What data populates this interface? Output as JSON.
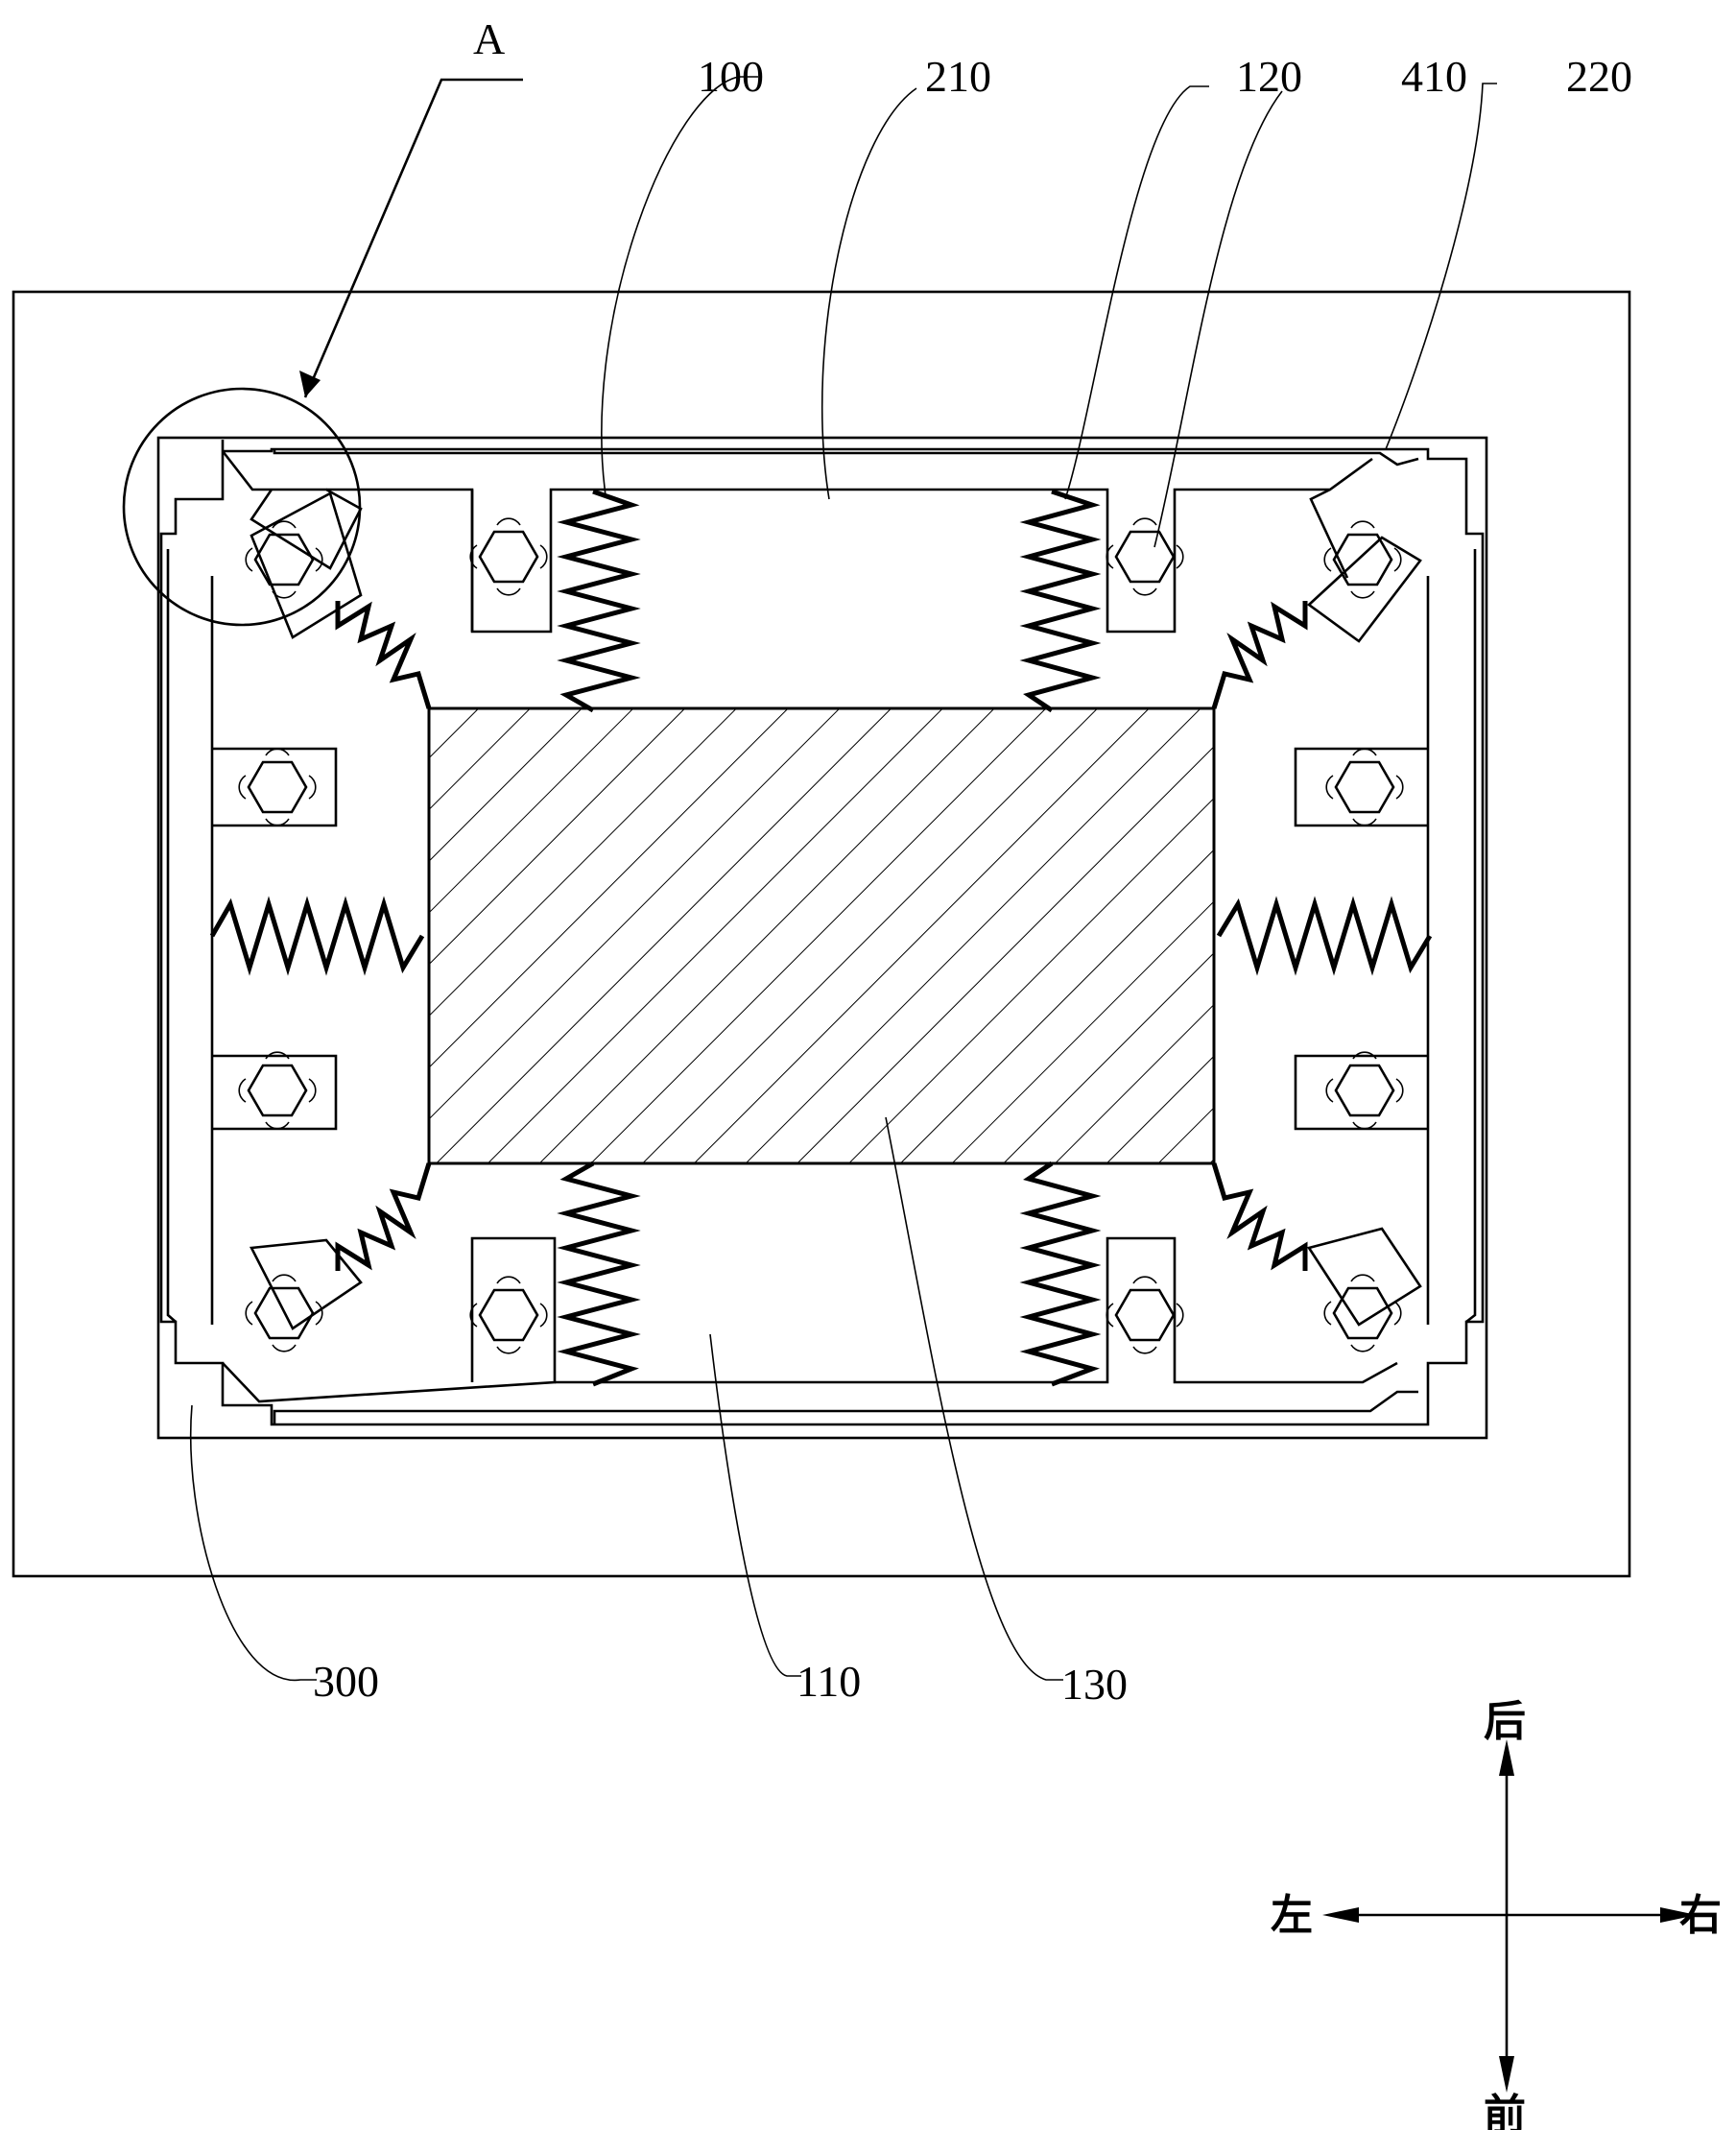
{
  "labels": {
    "detail": "A",
    "p100": "100",
    "p210": "210",
    "p120": "120",
    "p410": "410",
    "p220": "220",
    "p300": "300",
    "p110": "110",
    "p130": "130"
  },
  "directions": {
    "back": "后",
    "front": "前",
    "left": "左",
    "right": "右"
  }
}
